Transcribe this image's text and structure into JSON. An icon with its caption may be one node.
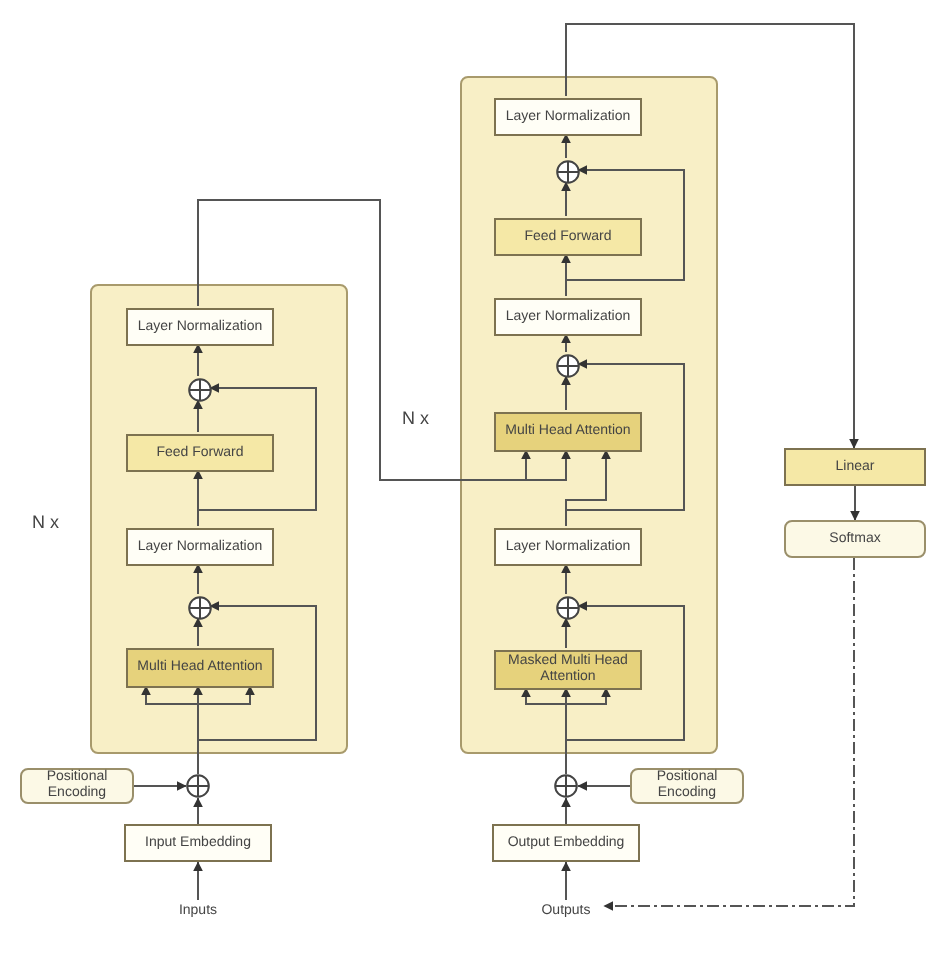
{
  "diagram": {
    "nodes": [
      {
        "text": [],
        "shape": "box",
        "beside": [
          "N x"
        ]
      },
      {
        "text": [
          "Layer Normalization"
        ],
        "in": 0
      },
      {
        "text": [],
        "shape": "circle",
        "in": 0
      },
      {
        "text": [
          "Feed Forward"
        ],
        "in": 0
      },
      {
        "text": [
          "Layer Normalization"
        ],
        "in": 0
      },
      {
        "text": [],
        "shape": "circle",
        "in": 0
      },
      {
        "text": [
          "Multi Head Attention"
        ],
        "in": 0
      },
      {
        "text": [
          "Positional Encoding"
        ]
      },
      {
        "text": [],
        "shape": "circle"
      },
      {
        "text": [
          "Input Embedding"
        ]
      },
      {
        "text": [
          "Inputs"
        ]
      },
      {
        "text": [],
        "shape": "box",
        "beside": [
          "N x"
        ]
      },
      {
        "text": [
          "Layer Normalization"
        ],
        "in": 11
      },
      {
        "text": [],
        "shape": "circle",
        "in": 11
      },
      {
        "text": [
          "Feed Forward"
        ],
        "in": 11
      },
      {
        "text": [
          "Layer Normalization"
        ],
        "in": 11
      },
      {
        "text": [],
        "shape": "circle",
        "in": 11
      },
      {
        "text": [
          "Multi Head Attention"
        ],
        "in": 11
      },
      {
        "text": [
          "Layer Normalization"
        ],
        "in": 11
      },
      {
        "text": [],
        "shape": "circle",
        "in": 11
      },
      {
        "text": [
          "Masked Multi Head Attention"
        ],
        "in": 11
      },
      {
        "text": [],
        "shape": "circle"
      },
      {
        "text": [
          "Positional Encoding"
        ]
      },
      {
        "text": [
          "Output Embedding"
        ]
      },
      {
        "text": [
          "Outputs"
        ]
      },
      {
        "text": [
          "Linear"
        ]
      },
      {
        "text": [
          "Softmax"
        ]
      }
    ],
    "edges": [
      {
        "from": 10,
        "to": 9,
        "arrow": "to"
      },
      {
        "from": 9,
        "to": 8,
        "arrow": "to"
      },
      {
        "from": 7,
        "to": 8,
        "arrow": "to"
      },
      {
        "from": 8,
        "to": 6,
        "arrow": "to"
      },
      {
        "from": 8,
        "to": 6,
        "arrow": "to"
      },
      {
        "from": 8,
        "to": 6,
        "arrow": "to"
      },
      {
        "from": 8,
        "to": 5,
        "arrow": "to"
      },
      {
        "from": 6,
        "to": 5,
        "arrow": "to"
      },
      {
        "from": 5,
        "to": 4,
        "arrow": "to"
      },
      {
        "from": 4,
        "to": 3,
        "arrow": "to"
      },
      {
        "from": 4,
        "to": 2,
        "arrow": "to"
      },
      {
        "from": 3,
        "to": 2,
        "arrow": "to"
      },
      {
        "from": 2,
        "to": 1,
        "arrow": "to"
      },
      {
        "from": 1,
        "to": 17,
        "arrow": "to"
      },
      {
        "from": 1,
        "to": 17,
        "arrow": "to"
      },
      {
        "from": 24,
        "to": 23,
        "arrow": "to"
      },
      {
        "from": 23,
        "to": 21,
        "arrow": "to"
      },
      {
        "from": 22,
        "to": 21,
        "arrow": "to"
      },
      {
        "from": 21,
        "to": 20,
        "arrow": "to"
      },
      {
        "from": 21,
        "to": 20,
        "arrow": "to"
      },
      {
        "from": 21,
        "to": 20,
        "arrow": "to"
      },
      {
        "from": 21,
        "to": 19,
        "arrow": "to"
      },
      {
        "from": 20,
        "to": 19,
        "arrow": "to"
      },
      {
        "from": 19,
        "to": 18,
        "arrow": "to"
      },
      {
        "from": 18,
        "to": 17,
        "arrow": "to"
      },
      {
        "from": 18,
        "to": 16,
        "arrow": "to"
      },
      {
        "from": 17,
        "to": 16,
        "arrow": "to"
      },
      {
        "from": 16,
        "to": 15,
        "arrow": "to"
      },
      {
        "from": 15,
        "to": 14,
        "arrow": "to"
      },
      {
        "from": 15,
        "to": 13,
        "arrow": "to"
      },
      {
        "from": 14,
        "to": 13,
        "arrow": "to"
      },
      {
        "from": 13,
        "to": 12,
        "arrow": "to"
      },
      {
        "from": 12,
        "to": 25,
        "arrow": "to"
      },
      {
        "from": 25,
        "to": 26,
        "arrow": "to"
      },
      {
        "from": 26,
        "to": 24,
        "arrow": "to",
        "style": "dashed"
      }
    ]
  }
}
